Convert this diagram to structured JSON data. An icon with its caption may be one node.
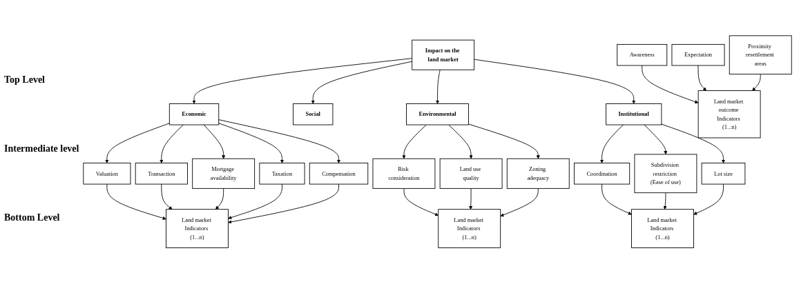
{
  "diagram": {
    "nodes": [
      {
        "text": [
          "Impact on the land market"
        ]
      },
      {
        "text": [
          "Economic"
        ]
      },
      {
        "text": [
          "Social"
        ]
      },
      {
        "text": [
          "Environmental"
        ]
      },
      {
        "text": [
          "Institutional"
        ]
      },
      {
        "text": [
          "Valuation"
        ]
      },
      {
        "text": [
          "Transaction"
        ]
      },
      {
        "text": [
          "Mortgage availability"
        ]
      },
      {
        "text": [
          "Taxation"
        ]
      },
      {
        "text": [
          "Compensation"
        ]
      },
      {
        "text": [
          "Awareness"
        ]
      },
      {
        "text": [
          "Expectation"
        ]
      },
      {
        "text": [
          "Proximity resettlement areas"
        ]
      },
      {
        "text": [
          "Risk consideration"
        ]
      },
      {
        "text": [
          "Land use quality"
        ]
      },
      {
        "text": [
          "Zoning adequacy"
        ]
      },
      {
        "text": [
          "Coordination"
        ]
      },
      {
        "text": [
          "Subdivision restriction (Ease of use)"
        ]
      },
      {
        "text": [
          "Lot size"
        ]
      },
      {
        "text": [
          "Land market Indicators (1...n)"
        ]
      },
      {
        "text": [
          "Land market outcome Indicators (1...n)"
        ]
      },
      {
        "text": [
          "Land market Indicators (1...n)"
        ]
      },
      {
        "text": [
          "Land market Indicators (1...n)"
        ]
      }
    ],
    "edges": [
      {
        "from": 0,
        "to": 1,
        "arrow": "to"
      },
      {
        "from": 0,
        "to": 2,
        "arrow": "to"
      },
      {
        "from": 0,
        "to": 3,
        "arrow": "to"
      },
      {
        "from": 0,
        "to": 4,
        "arrow": "to"
      },
      {
        "from": 1,
        "to": 5,
        "arrow": "to"
      },
      {
        "from": 1,
        "to": 6,
        "arrow": "to"
      },
      {
        "from": 1,
        "to": 7,
        "arrow": "to"
      },
      {
        "from": 1,
        "to": 8,
        "arrow": "to"
      },
      {
        "from": 1,
        "to": 9,
        "arrow": "to"
      },
      {
        "from": 3,
        "to": 13,
        "arrow": "to"
      },
      {
        "from": 3,
        "to": 14,
        "arrow": "to"
      },
      {
        "from": 3,
        "to": 15,
        "arrow": "to"
      },
      {
        "from": 4,
        "to": 16,
        "arrow": "to"
      },
      {
        "from": 4,
        "to": 17,
        "arrow": "to"
      },
      {
        "from": 4,
        "to": 18,
        "arrow": "to"
      },
      {
        "from": 5,
        "to": 19,
        "arrow": "to"
      },
      {
        "from": 6,
        "to": 19,
        "arrow": "to"
      },
      {
        "from": 7,
        "to": 19,
        "arrow": "to"
      },
      {
        "from": 8,
        "to": 19,
        "arrow": "to"
      },
      {
        "from": 9,
        "to": 19,
        "arrow": "to"
      },
      {
        "from": 10,
        "to": 20,
        "arrow": "to"
      },
      {
        "from": 11,
        "to": 20,
        "arrow": "to"
      },
      {
        "from": 12,
        "to": 20,
        "arrow": "to"
      },
      {
        "from": 13,
        "to": 21,
        "arrow": "to"
      },
      {
        "from": 14,
        "to": 21,
        "arrow": "to"
      },
      {
        "from": 15,
        "to": 21,
        "arrow": "to"
      },
      {
        "from": 16,
        "to": 22,
        "arrow": "to"
      },
      {
        "from": 17,
        "to": 22,
        "arrow": "to"
      },
      {
        "from": 18,
        "to": 22,
        "arrow": "to"
      }
    ],
    "labels": [
      "Top Level",
      "Intermediate level",
      "Bottom Level"
    ]
  }
}
